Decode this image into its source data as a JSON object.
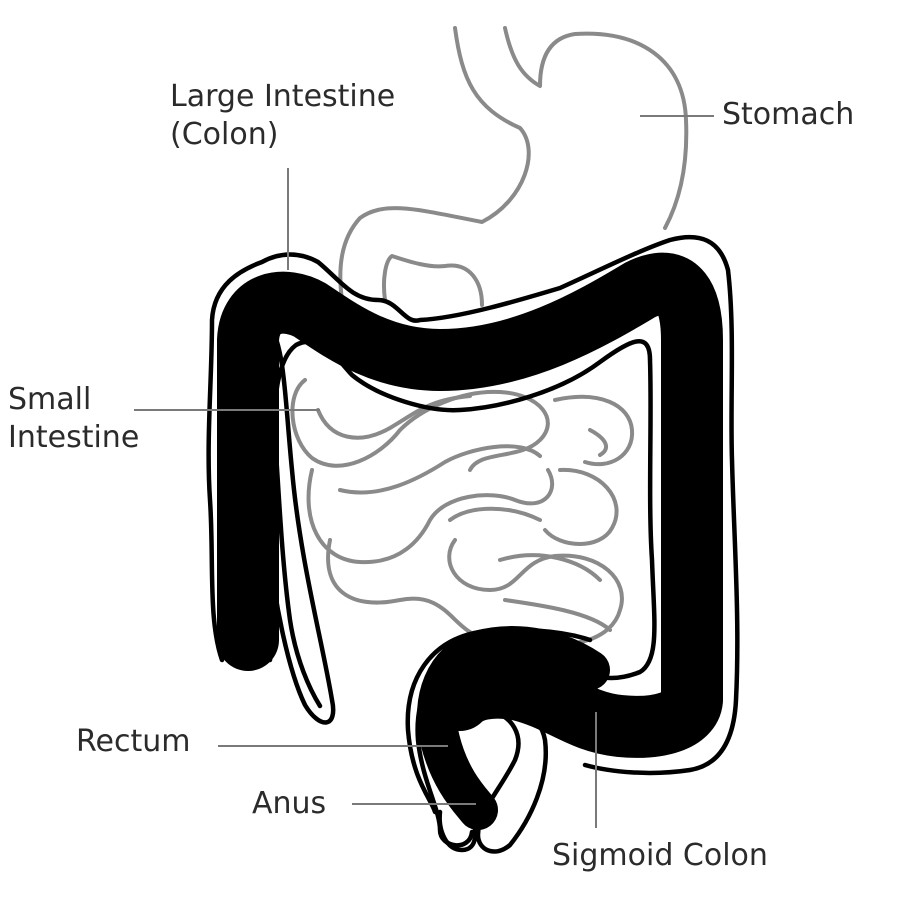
{
  "labels": {
    "large_intestine_line1": "Large Intestine",
    "large_intestine_line2": "(Colon)",
    "stomach": "Stomach",
    "small_intestine_line1": "Small",
    "small_intestine_line2": "Intestine",
    "rectum": "Rectum",
    "anus": "Anus",
    "sigmoid_colon": "Sigmoid Colon"
  },
  "colors": {
    "outline": "#000000",
    "soft_outline": "#8a8a8a",
    "leader_line": "#7a7a7a",
    "text": "#2b2b2b",
    "background": "#ffffff"
  }
}
